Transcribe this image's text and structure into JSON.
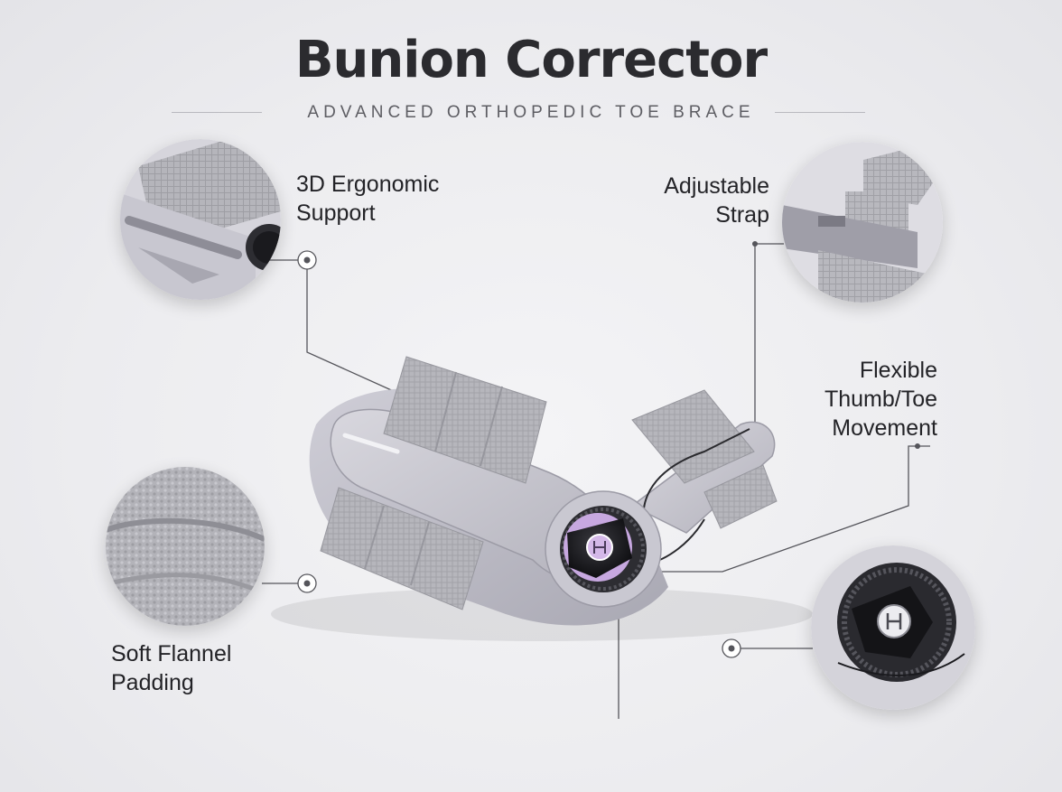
{
  "header": {
    "title": "Bunion Corrector",
    "subtitle": "ADVANCED ORTHOPEDIC TOE BRACE"
  },
  "features": {
    "ergonomic": {
      "line1": "3D Ergonomic",
      "line2": "Support",
      "icon": "ergonomic-support-detail"
    },
    "strap": {
      "line1": "Adjustable",
      "line2": "Strap",
      "icon": "adjustable-strap-detail"
    },
    "flexible": {
      "line1": "Flexible",
      "line2": "Thumb/Toe",
      "line3": "Movement"
    },
    "flannel": {
      "line1": "Soft Flannel",
      "line2": "Padding",
      "icon": "flannel-padding-detail"
    },
    "dial": {
      "icon": "rotating-dial-detail"
    }
  },
  "colors": {
    "brace": "#c4c3cc",
    "strap": "#b3b3b9",
    "dial": "#1d1d20",
    "accent_purple": "#b89ad0"
  }
}
